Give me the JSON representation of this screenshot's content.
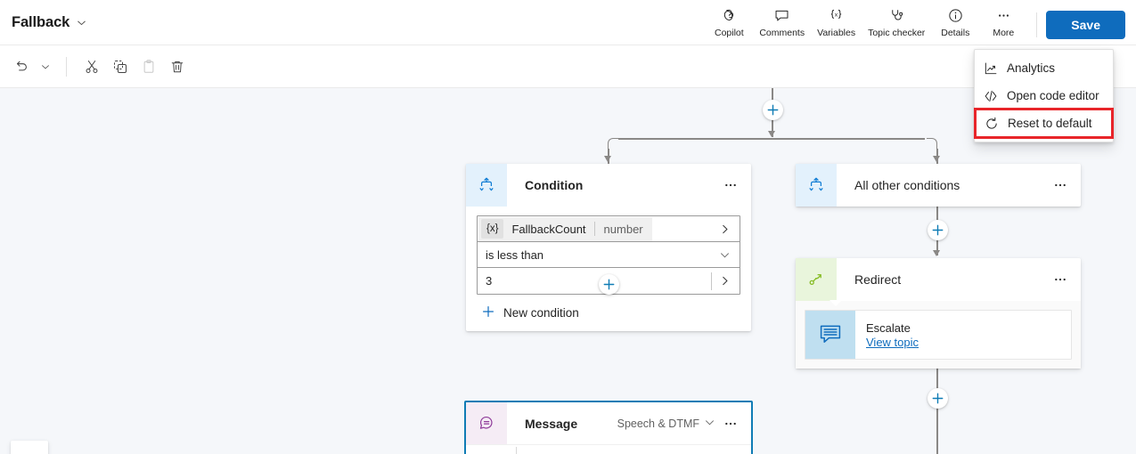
{
  "header": {
    "topic_title": "Fallback",
    "title_chevron_icon": "chevron-down-icon",
    "commands": [
      {
        "id": "copilot",
        "label": "Copilot",
        "icon": "copilot-icon"
      },
      {
        "id": "comments",
        "label": "Comments",
        "icon": "comment-icon"
      },
      {
        "id": "variables",
        "label": "Variables",
        "icon": "variables-braces-icon"
      },
      {
        "id": "topic-checker",
        "label": "Topic checker",
        "icon": "stethoscope-icon"
      },
      {
        "id": "details",
        "label": "Details",
        "icon": "info-circle-icon"
      },
      {
        "id": "more",
        "label": "More",
        "icon": "ellipsis-icon"
      }
    ],
    "save_label": "Save",
    "save_color": "#0f6cbd"
  },
  "toolbar": {
    "buttons": [
      {
        "id": "undo",
        "icon": "undo-icon",
        "disabled": false
      },
      {
        "id": "undo-history",
        "icon": "chevron-down-icon",
        "disabled": false
      },
      {
        "id": "cut",
        "icon": "scissors-icon",
        "disabled": false
      },
      {
        "id": "copy",
        "icon": "copy-icon",
        "disabled": false
      },
      {
        "id": "paste",
        "icon": "paste-icon",
        "disabled": true
      },
      {
        "id": "delete",
        "icon": "trash-icon",
        "disabled": false
      }
    ]
  },
  "overflow_menu": {
    "items": [
      {
        "id": "analytics",
        "label": "Analytics",
        "icon": "analytics-chart-icon",
        "highlighted": false
      },
      {
        "id": "open-code-editor",
        "label": "Open code editor",
        "icon": "code-brackets-icon",
        "highlighted": false
      },
      {
        "id": "reset-to-default",
        "label": "Reset to default",
        "icon": "reset-refresh-icon",
        "highlighted": true
      }
    ],
    "highlight_color": "#e8252a"
  },
  "canvas": {
    "background": "#f5f7fa",
    "connector_color": "#8a8886",
    "add_node_icon": "plus-icon",
    "condition_node": {
      "title": "Condition",
      "icon": "condition-branch-icon",
      "icon_bg": "#e3f1fc",
      "icon_color": "#0f7cd4",
      "menu_icon": "ellipsis-icon",
      "variable": {
        "token_icon": "{x}",
        "name": "FallbackCount",
        "type": "number",
        "expand_icon": "chevron-right-icon"
      },
      "operator": {
        "value": "is less than",
        "dropdown_icon": "chevron-down-icon"
      },
      "value": {
        "value": "3",
        "expand_icon": "chevron-right-icon"
      },
      "new_condition_label": "New condition",
      "new_condition_icon": "plus-icon"
    },
    "all_other_conditions_node": {
      "title": "All other conditions",
      "icon": "condition-branch-icon",
      "icon_bg": "#e3f1fc",
      "icon_color": "#0f7cd4",
      "menu_icon": "ellipsis-icon"
    },
    "redirect_node": {
      "title": "Redirect",
      "icon": "redirect-arrow-icon",
      "icon_bg": "#e9f5dc",
      "icon_color": "#86bc25",
      "menu_icon": "ellipsis-icon",
      "topic": {
        "icon": "topic-message-icon",
        "icon_bg": "#bfdff0",
        "name": "Escalate",
        "link_label": "View topic"
      }
    },
    "message_node": {
      "title": "Message",
      "icon": "message-bubble-icon",
      "icon_bg": "#f5ecf5",
      "icon_color": "#8e3a99",
      "channel_label": "Speech & DTMF",
      "channel_dropdown_icon": "chevron-down-icon",
      "menu_icon": "ellipsis-icon",
      "selected": true,
      "selection_color": "#0f7cb5"
    }
  }
}
